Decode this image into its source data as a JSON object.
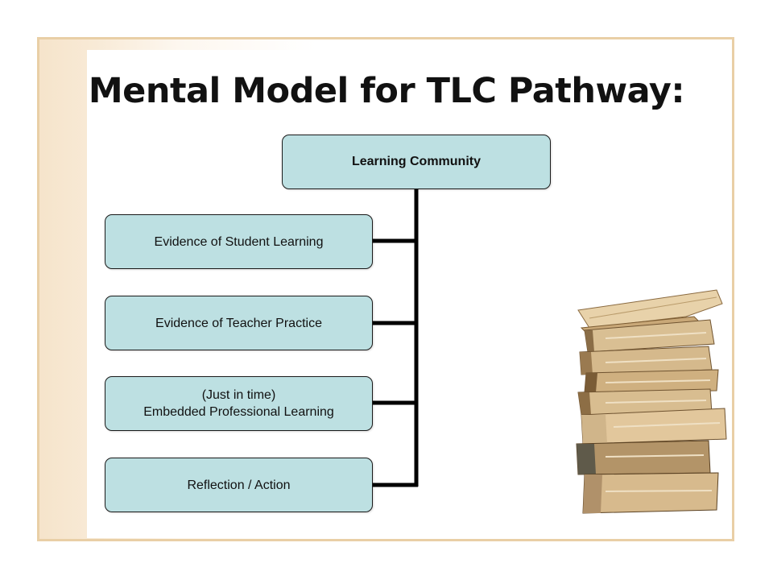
{
  "slide": {
    "title": "Mental Model for TLC Pathway:"
  },
  "diagram": {
    "root": "Learning Community",
    "children": [
      "Evidence of Student Learning",
      "Evidence of Teacher Practice",
      "(Just in time)\nEmbedded Professional Learning",
      "Reflection / Action"
    ]
  },
  "colors": {
    "box_fill": "#bde0e2",
    "frame_border": "#e9cfa6",
    "connector": "#000000"
  },
  "decorations": {
    "image": "stack-of-books"
  }
}
